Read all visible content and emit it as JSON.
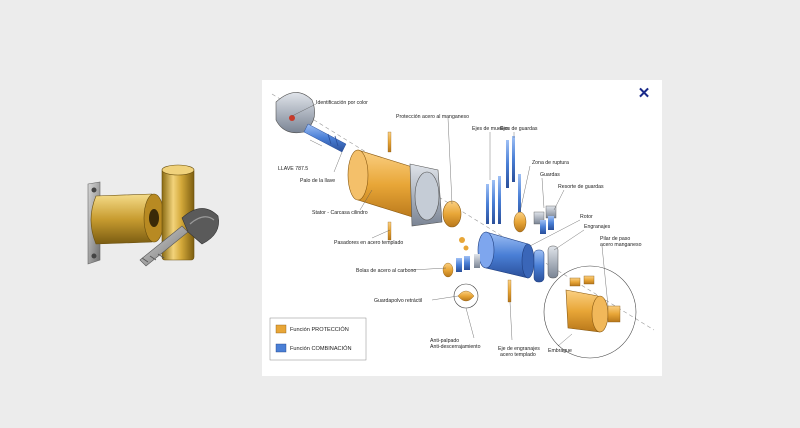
{
  "close_button": {
    "glyph": "✕"
  },
  "labels": {
    "identificacion": "Identificación por color",
    "llave": "LLAVE 787.5",
    "palo": "Palo de la llave",
    "proteccion_acero": "Protección acero al manganeso",
    "stator": "Stator - Carcasa cilindro",
    "pasadores": "Pasadores en acero templado",
    "ejes_muelles": "Ejes de muelles",
    "ejes_guardas": "Ejes de guardas",
    "zona_ruptura": "Zona de ruptura",
    "guardas": "Guardas",
    "resorte_guardas": "Resorte de guardas",
    "rotor": "Rotor",
    "engranajes": "Engranajes",
    "pilar_paso_1": "Pilar de paso",
    "pilar_paso_2": "acero manganeso",
    "bolas": "Bolas de acero al carbono",
    "guardapolvo": "Guardapolvo retráctil",
    "antipalpado_1": "Anti-palpado",
    "antipalpado_2": "Anti-descerrajamiento",
    "eje_engranajes_1": "Eje de engranajes",
    "eje_engranajes_2": "acero templado",
    "embrague": "Embrague"
  },
  "legend": [
    {
      "label": "Función PROTECCIÓN",
      "color": "#e8a637"
    },
    {
      "label": "Función COMBINACIÓN",
      "color": "#4a7fd6"
    }
  ],
  "colors": {
    "protection": "#e8a637",
    "combination": "#4a7fd6",
    "brass": "#c9a33a",
    "steel": "#8b95a3"
  }
}
